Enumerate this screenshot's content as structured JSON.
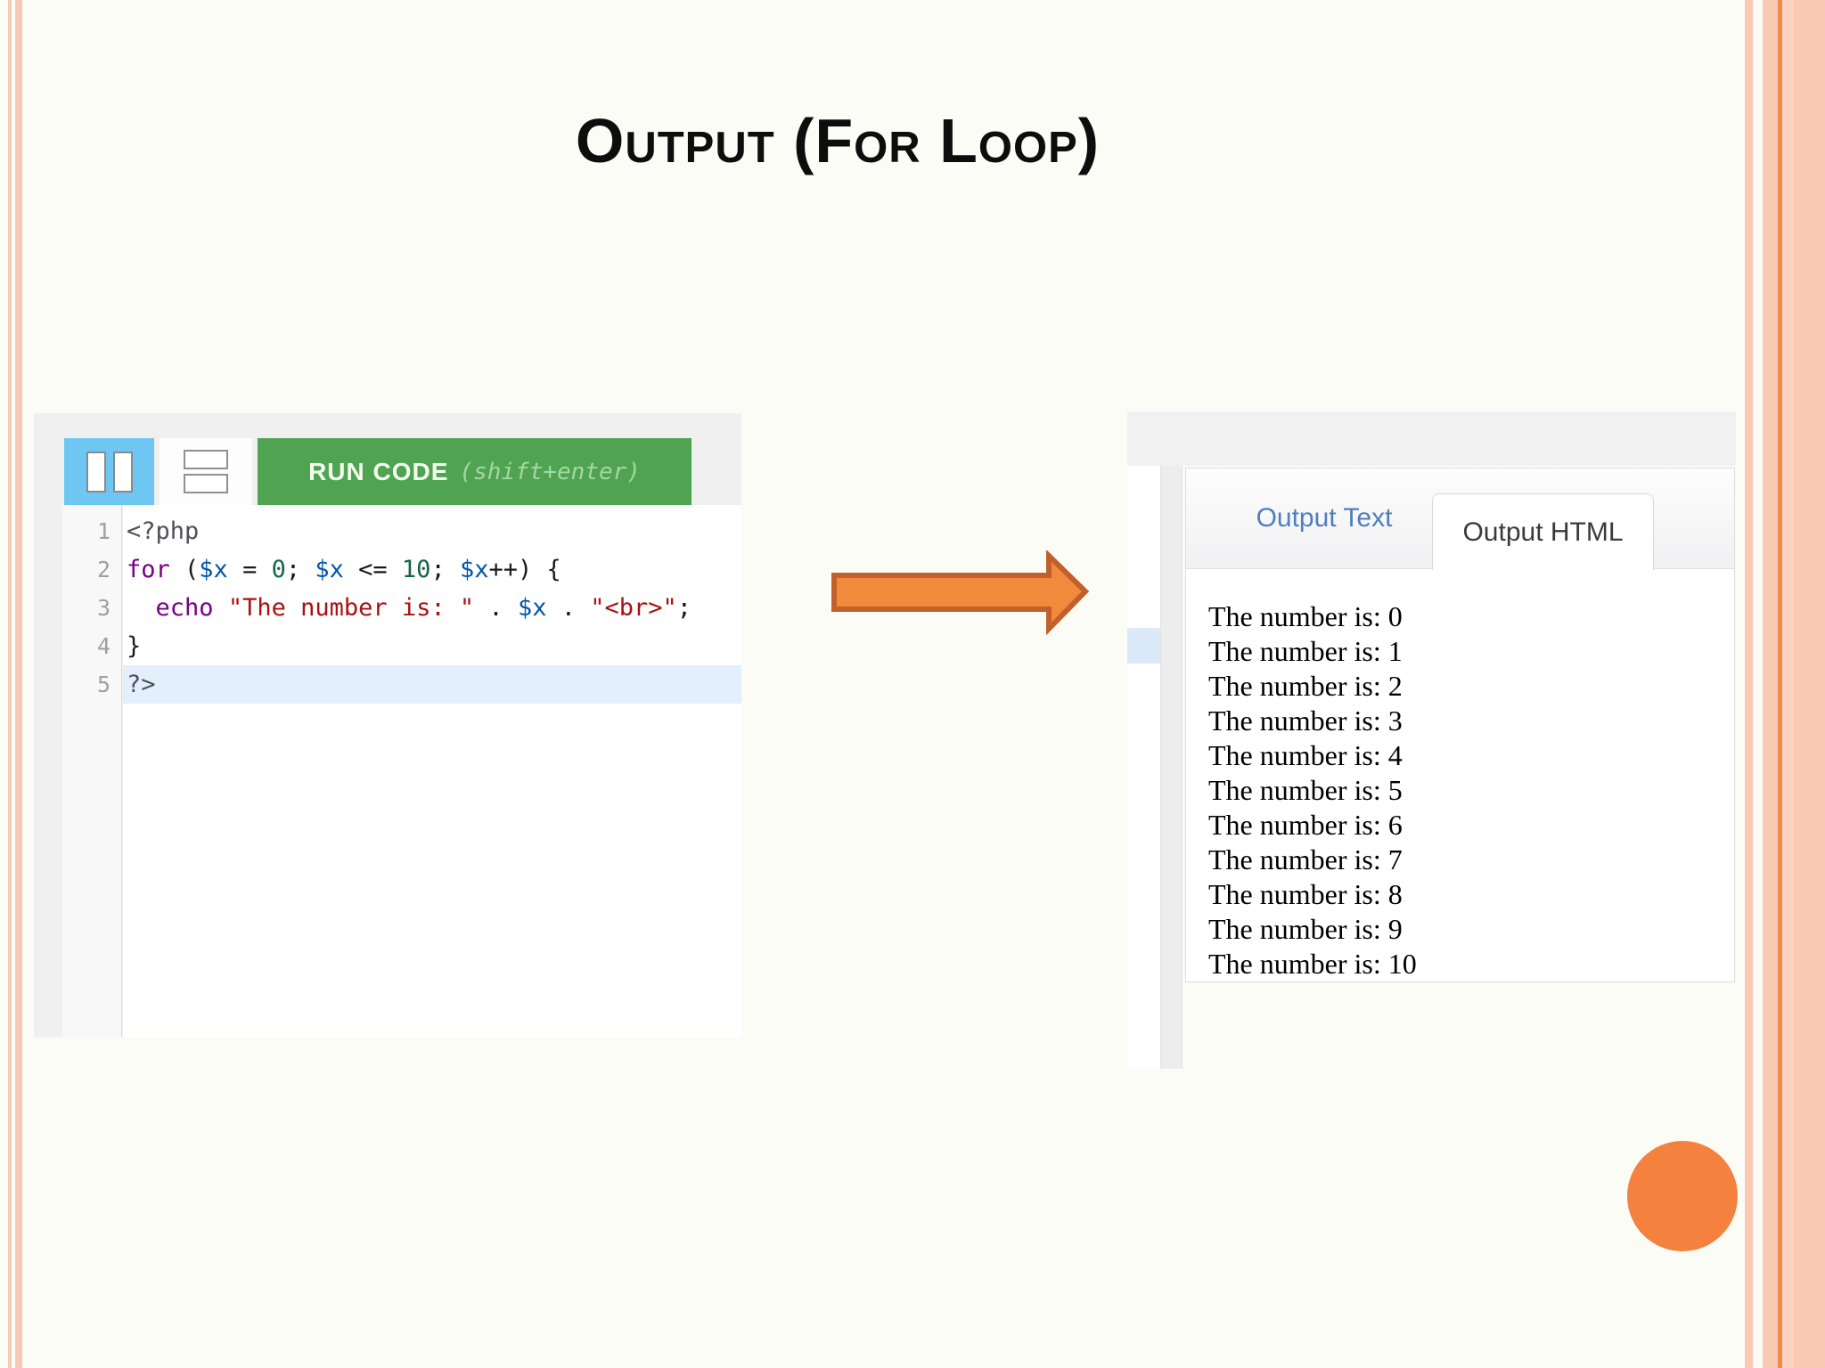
{
  "slide": {
    "title": "Output (For Loop)"
  },
  "editor": {
    "toolbar": {
      "run_label": "RUN CODE",
      "run_hint": "(shift+enter)",
      "columns_icon": "two-column-layout-icon",
      "rows_icon": "two-row-layout-icon"
    },
    "active_line": 5,
    "code_lines": [
      {
        "num": "1",
        "tokens": [
          {
            "c": "meta",
            "t": "<?php"
          }
        ]
      },
      {
        "num": "2",
        "tokens": [
          {
            "c": "kw",
            "t": "for"
          },
          {
            "c": "plain",
            "t": " ("
          },
          {
            "c": "var",
            "t": "$x"
          },
          {
            "c": "plain",
            "t": " = "
          },
          {
            "c": "num",
            "t": "0"
          },
          {
            "c": "plain",
            "t": "; "
          },
          {
            "c": "var",
            "t": "$x"
          },
          {
            "c": "plain",
            "t": " <= "
          },
          {
            "c": "num",
            "t": "10"
          },
          {
            "c": "plain",
            "t": "; "
          },
          {
            "c": "var",
            "t": "$x"
          },
          {
            "c": "plain",
            "t": "++) {"
          }
        ]
      },
      {
        "num": "3",
        "tokens": [
          {
            "c": "plain",
            "t": "  "
          },
          {
            "c": "kw",
            "t": "echo"
          },
          {
            "c": "plain",
            "t": " "
          },
          {
            "c": "str",
            "t": "\"The number is: \""
          },
          {
            "c": "plain",
            "t": " . "
          },
          {
            "c": "var",
            "t": "$x"
          },
          {
            "c": "plain",
            "t": " . "
          },
          {
            "c": "str",
            "t": "\"<br>\""
          },
          {
            "c": "plain",
            "t": ";"
          }
        ]
      },
      {
        "num": "4",
        "tokens": [
          {
            "c": "plain",
            "t": "}"
          }
        ]
      },
      {
        "num": "5",
        "tokens": [
          {
            "c": "meta",
            "t": "?>"
          }
        ]
      }
    ]
  },
  "output": {
    "tabs": [
      {
        "label": "Output Text",
        "active": false
      },
      {
        "label": "Output HTML",
        "active": true
      }
    ],
    "lines": [
      "The number is: 0",
      "The number is: 1",
      "The number is: 2",
      "The number is: 3",
      "The number is: 4",
      "The number is: 5",
      "The number is: 6",
      "The number is: 7",
      "The number is: 8",
      "The number is: 9",
      "The number is: 10"
    ]
  },
  "colors": {
    "accent_orange": "#f5813e",
    "arrow_fill": "#f18a3d",
    "arrow_stroke": "#c2602b",
    "border_peach": "#f9c9b3",
    "run_button_green": "#4fa351",
    "toolbar_blue": "#6dc7f2",
    "active_line_blue": "#e3effb",
    "tab_link_blue": "#4e7fbc"
  }
}
